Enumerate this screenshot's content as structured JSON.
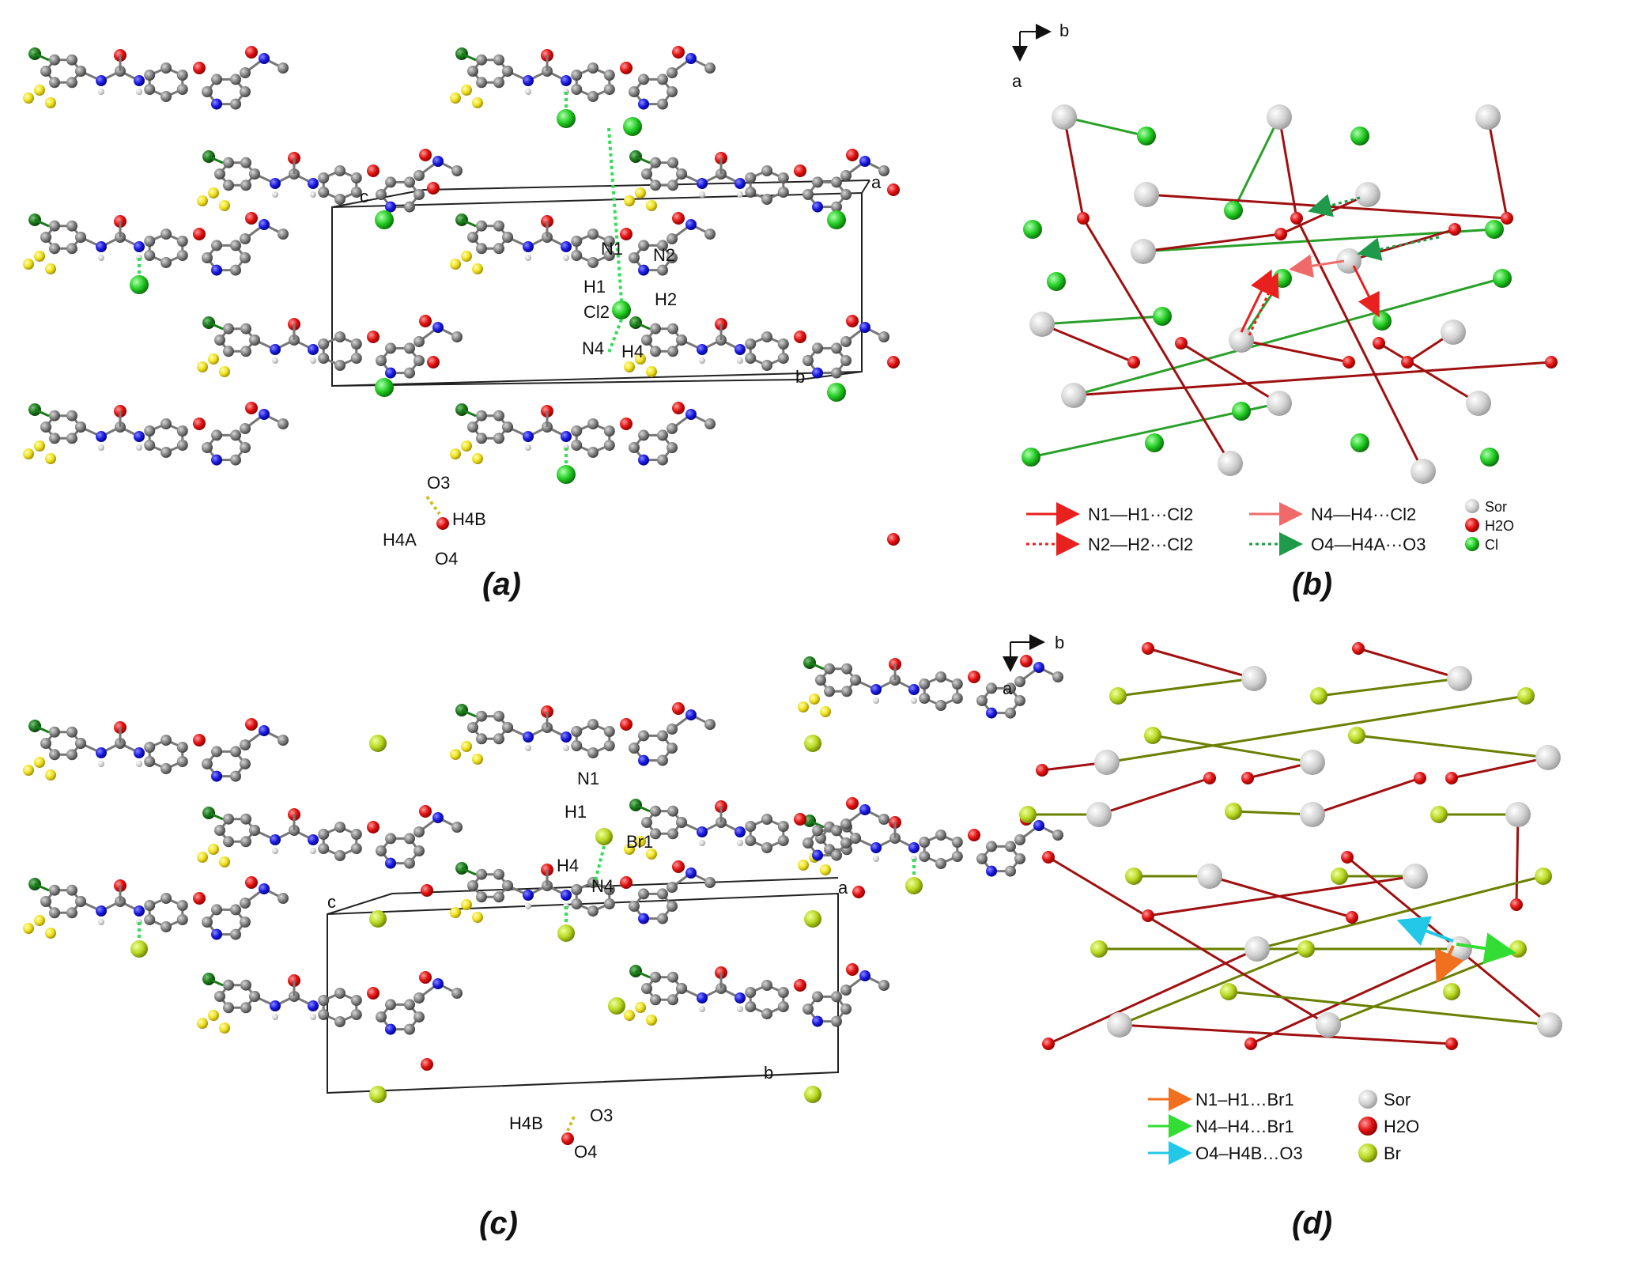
{
  "figure": {
    "panels": {
      "a": {
        "label": "(a)",
        "atom_labels": [
          "N1",
          "N2",
          "H1",
          "H2",
          "Cl2",
          "N4",
          "H4",
          "O3",
          "H4B",
          "H4A",
          "O4"
        ],
        "axis_labels": [
          "c",
          "b",
          "a"
        ]
      },
      "b": {
        "label": "(b)",
        "axes": {
          "horizontal": "b",
          "vertical": "a"
        },
        "legend": [
          {
            "text": "N1—H1···Cl2",
            "color": "#e8201e",
            "style": "solid"
          },
          {
            "text": "N2—H2···Cl2",
            "color": "#e8201e",
            "style": "dotted"
          },
          {
            "text": "N4—H4···Cl2",
            "color": "#f06a6a",
            "style": "solid"
          },
          {
            "text": "O4—H4A···O3",
            "color": "#1f9a4a",
            "style": "dotted"
          }
        ],
        "species": [
          {
            "text": "Sor",
            "color": "#d9d9d9"
          },
          {
            "text": "H2O",
            "color": "#e01010"
          },
          {
            "text": "Cl",
            "color": "#22cc22"
          }
        ]
      },
      "c": {
        "label": "(c)",
        "atom_labels": [
          "N1",
          "H1",
          "Br1",
          "H4",
          "N4",
          "H4B",
          "O3",
          "O4"
        ],
        "axis_labels": [
          "c",
          "a",
          "b"
        ]
      },
      "d": {
        "label": "(d)",
        "axes": {
          "horizontal": "b",
          "vertical": "a"
        },
        "legend": [
          {
            "text": "N1–H1…Br1",
            "color": "#f07020"
          },
          {
            "text": "N4–H4…Br1",
            "color": "#33dd33"
          },
          {
            "text": "O4–H4B…O3",
            "color": "#22c8e8"
          }
        ],
        "species": [
          {
            "text": "Sor",
            "color": "#d9d9d9"
          },
          {
            "text": "H2O",
            "color": "#e01010"
          },
          {
            "text": "Br",
            "color": "#b8d822"
          }
        ]
      }
    }
  }
}
